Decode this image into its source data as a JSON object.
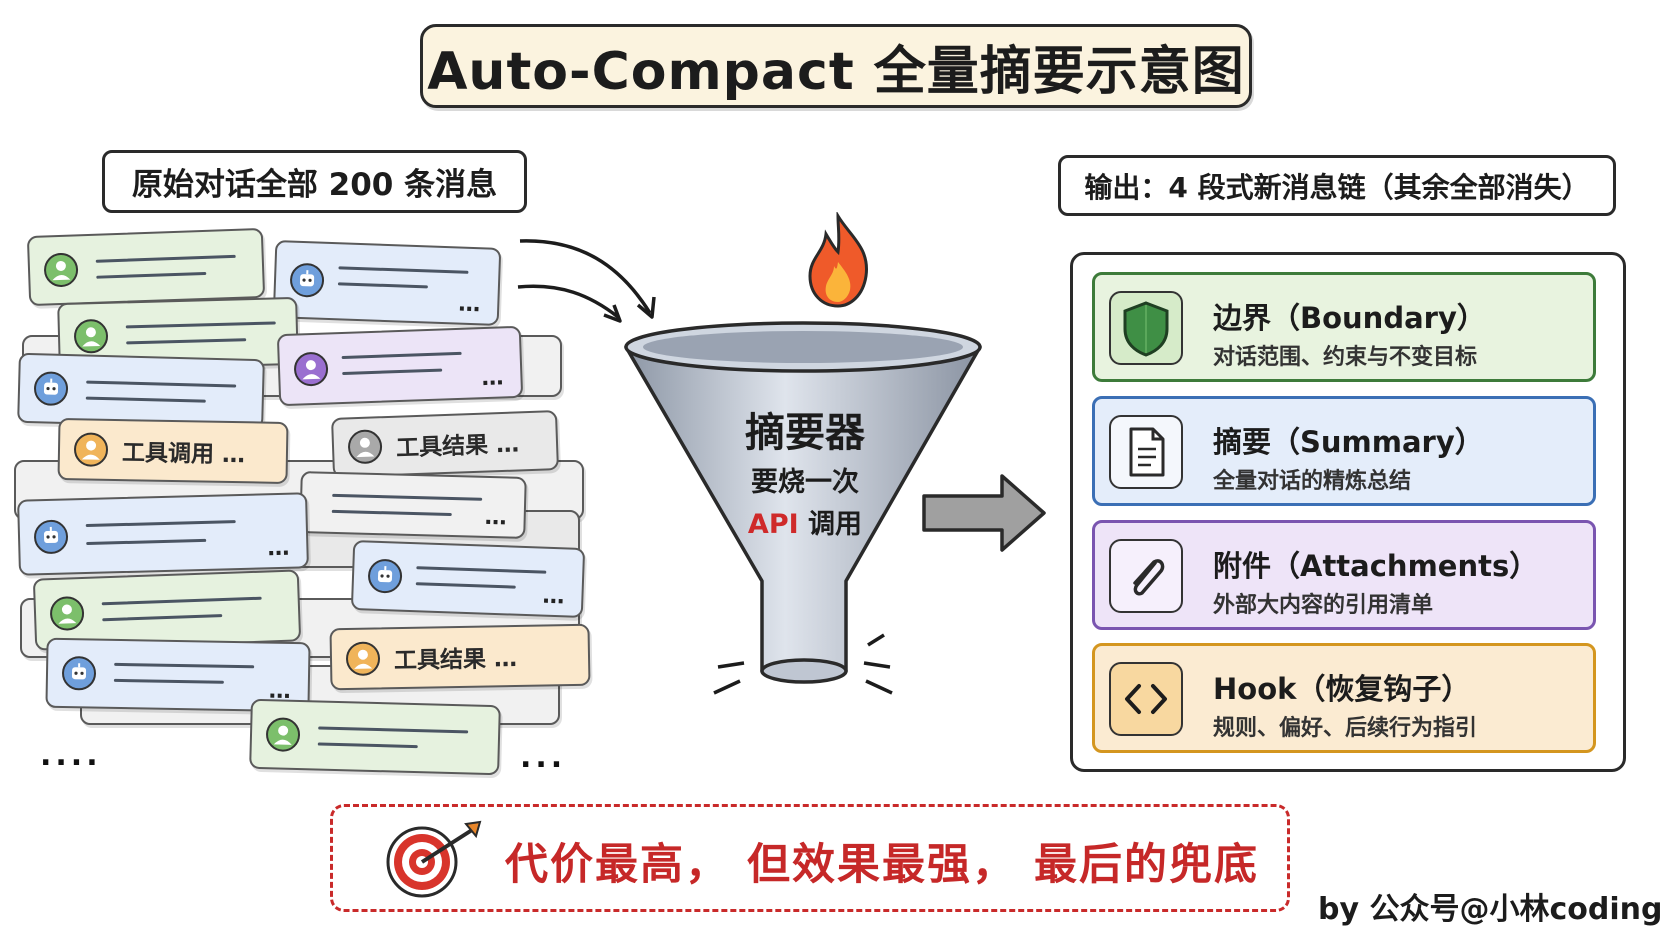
{
  "title": "Auto-Compact 全量摘要示意图",
  "left_label": "原始对话全部 200 条消息",
  "right_label": "输出：4 段式新消息链（其余全部消失）",
  "cards": {
    "tool_call": "工具调用 …",
    "tool_result_1": "工具结果 …",
    "tool_result_2": "工具结果 …",
    "ellipsis": "…",
    "more_dots_left": "....",
    "more_dots_right": "..."
  },
  "funnel": {
    "name": "摘要器",
    "line2": "要烧一次",
    "api": "API",
    "line3_rest": " 调用"
  },
  "outputs": [
    {
      "title": "边界（Boundary）",
      "desc": "对话范围、约束与不变目标",
      "icon": "shield-icon"
    },
    {
      "title": "摘要（Summary）",
      "desc": "全量对话的精炼总结",
      "icon": "document-icon"
    },
    {
      "title": "附件（Attachments）",
      "desc": "外部大内容的引用清单",
      "icon": "paperclip-icon"
    },
    {
      "title": "Hook（恢复钩子）",
      "desc": "规则、偏好、后续行为指引",
      "icon": "code-brackets-icon"
    }
  ],
  "bottom_note": "代价最高， 但效果最强， 最后的兜底",
  "signature": "by 公众号@小林coding",
  "colors": {
    "green": "#3d7b3a",
    "blue": "#3b6fb5",
    "purple": "#7a55b0",
    "orange": "#d4961f",
    "red": "#c62828"
  }
}
